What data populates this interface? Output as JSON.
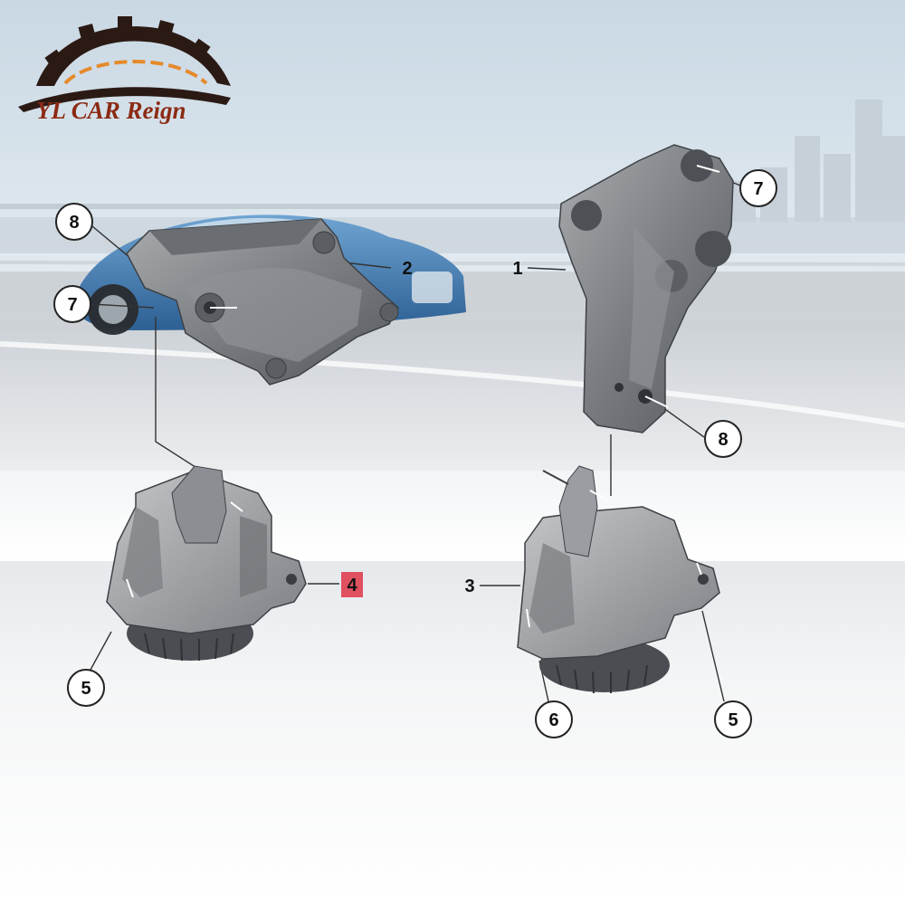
{
  "logo": {
    "text": "YL CAR Reign",
    "color": "#8b2a14",
    "icon": "gear-car-icon"
  },
  "callouts": {
    "c1": "1",
    "c2": "2",
    "c3": "3",
    "c4": "4",
    "c5_left": "5",
    "c5_right": "5",
    "c6": "6",
    "c7_left": "7",
    "c7_right": "7",
    "c8_left": "8",
    "c8_right": "8"
  },
  "highlight_color": "#e05060",
  "background": {
    "sky": "#dfe8ef",
    "car": "#3d77b0"
  },
  "parts": [
    "engine-mount-bracket-left",
    "engine-mount-bracket-right",
    "engine-mount-left",
    "engine-mount-right"
  ]
}
